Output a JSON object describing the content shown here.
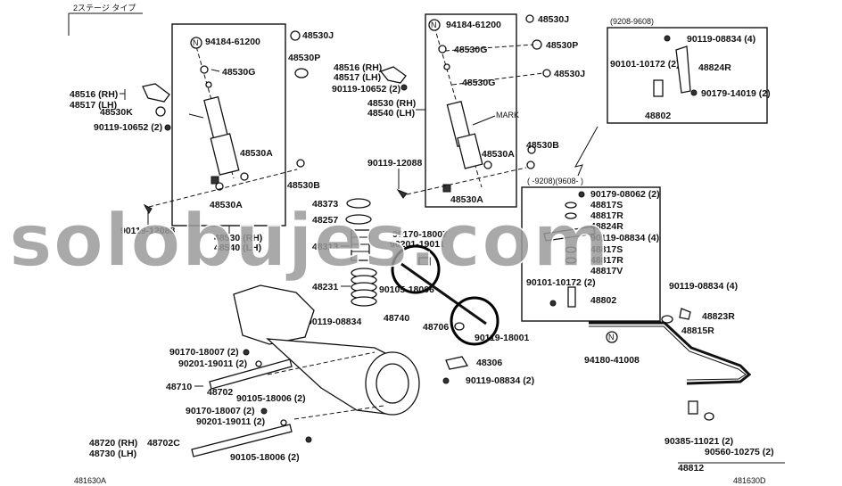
{
  "header": {
    "stage_type": "2ステージ タイプ"
  },
  "footer": {
    "code_left": "481630A",
    "code_right": "481630D"
  },
  "watermark": "solobujes.com",
  "left_assembly": {
    "n_top": "94184-61200",
    "p48530J": "48530J",
    "p48530G": "48530G",
    "p48530P": "48530P",
    "rh": "48516 (RH)",
    "lh": "48517 (LH)",
    "p48530K": "48530K",
    "bolt1": "90119-10652 (2)",
    "p48530A_1": "48530A",
    "p48530B": "48530B",
    "p48530A_2": "48530A",
    "bolt2": "90119-12088",
    "rh2": "48530 (RH)",
    "lh2": "48540 (LH)"
  },
  "center_assembly": {
    "n_top": "94184-61200",
    "p48530J_a": "48530J",
    "p48530G": "48530G",
    "p48530P": "48530P",
    "rh": "48516 (RH)",
    "lh": "48517 (LH)",
    "p48530J_b": "48530J",
    "bolt1": "90119-10652 (2)",
    "p48530G_b": "48530G",
    "rh2": "48530 (RH)",
    "lh2": "48540 (LH)",
    "mark": "MARK",
    "p48530A": "48530A",
    "p48530B": "48530B",
    "bolt2": "90119-12088",
    "p48530A_2": "48530A"
  },
  "spring": {
    "p48373": "48373",
    "p48257": "48257",
    "p48313": "48313",
    "p48231": "48231",
    "a": "90170-18007",
    "b": "90201-19011",
    "c": "90105-18006",
    "d": "90119-08834",
    "e": "48740",
    "f": "48706",
    "g": "90119-18001"
  },
  "lower_left": {
    "a": "90170-18007 (2)",
    "b": "90201-19011 (2)",
    "p48710": "48710",
    "p48702": "48702",
    "c": "90105-18006 (2)",
    "d": "90170-18007 (2)",
    "e": "90201-19011 (2)",
    "rh": "48720 (RH)",
    "lh": "48730 (LH)",
    "p48702C": "48702C",
    "f": "90105-18006 (2)"
  },
  "mid": {
    "p48306": "48306",
    "bolt": "90119-08834 (2)"
  },
  "box_top_right": {
    "range": "(9208-9608)",
    "a": "90119-08834 (4)",
    "b": "90101-10172 (2)",
    "c": "48824R",
    "d": "90179-14019 (2)",
    "e": "48802"
  },
  "box_mid_right": {
    "range": "( -9208)(9608- )",
    "a": "90179-08062 (2)",
    "b": "48817S",
    "c": "48817R",
    "d": "48824R",
    "e": "90119-08834 (4)",
    "f": "48817S",
    "g": "48817R",
    "h": "48817V",
    "i": "90101-10172 (2)",
    "j": "48802"
  },
  "stabilizer": {
    "a": "90119-08834 (4)",
    "b": "48823R",
    "c": "48815R",
    "d": "94180-41008",
    "e": "90385-11021 (2)",
    "f": "90560-10275 (2)",
    "g": "48812"
  }
}
